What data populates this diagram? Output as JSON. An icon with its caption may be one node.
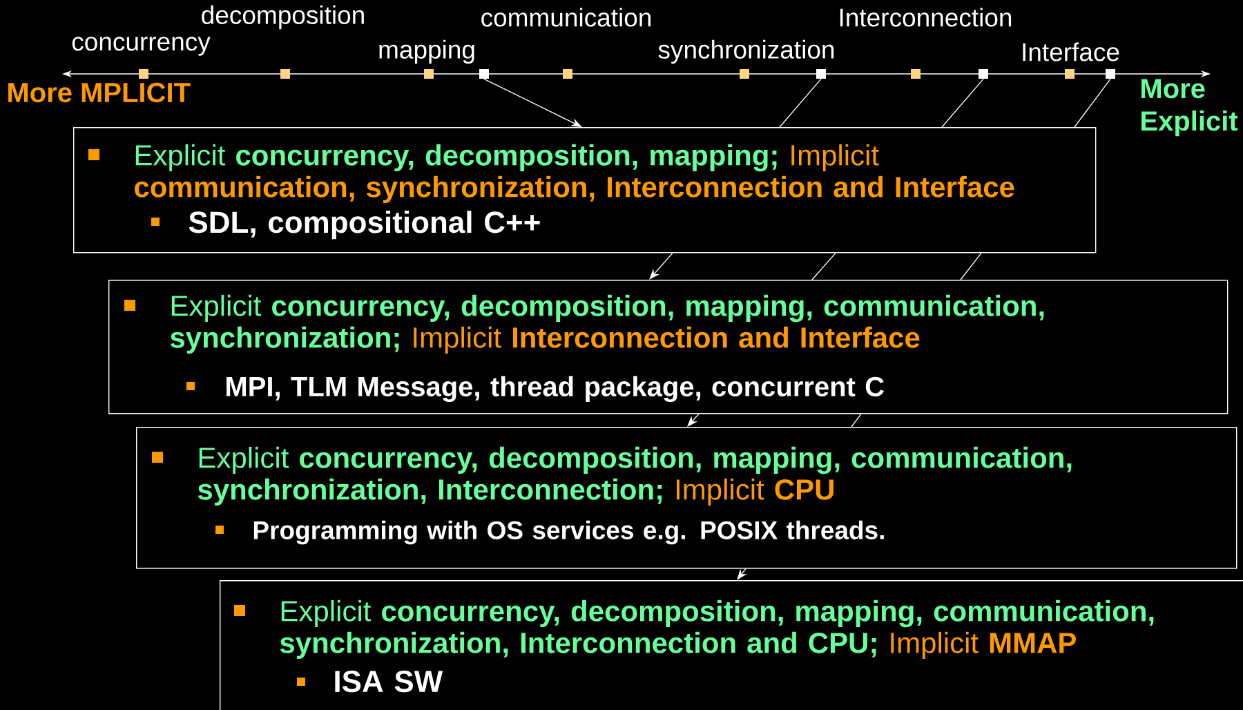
{
  "diagram": {
    "nodes": [
      {
        "text": [],
        "shape": "box"
      },
      {
        "text": [],
        "shape": "box"
      },
      {
        "text": [],
        "shape": "box"
      },
      {
        "text": [],
        "shape": "box"
      },
      {
        "text": [
          "Explicit **concurrency, decomposition, mapping;**",
          "Implicit **communication, synchronization, Interconnection and Interface**",
          "SDL, compositional C++"
        ]
      },
      {
        "text": [
          "Explicit **concurrency, decomposition, mapping, communication, synchronization;**",
          "Implicit **Interconnection and Interface**",
          "MPI, TLM Message, thread package, concurrent C"
        ]
      },
      {
        "text": [
          "Explicit **concurrency, decomposition, mapping, communication, synchronization, Interconnection;**",
          "Implicit **CPU**",
          "Programming with OS services e.g. POSIX threads."
        ]
      },
      {
        "text": [
          "Explicit **concurrency, decomposition, mapping, communication, synchronization, Interconnection and CPU;**",
          "Implicit **MMAP**",
          "ISA SW"
        ]
      }
    ],
    "edges": [
      {
        "from": 0,
        "to": 4,
        "arrow": "to"
      },
      {
        "from": 1,
        "to": 4,
        "arrow": "none"
      },
      {
        "from": 2,
        "to": 4,
        "arrow": "none"
      },
      {
        "from": 3,
        "to": 4,
        "arrow": "none"
      },
      {
        "from": 4,
        "to": 5,
        "arrow": "to"
      },
      {
        "from": 4,
        "to": 5,
        "arrow": "none"
      },
      {
        "from": 4,
        "to": 5,
        "arrow": "none"
      },
      {
        "from": 5,
        "to": 6,
        "arrow": "to"
      },
      {
        "from": 5,
        "to": 6,
        "arrow": "none"
      },
      {
        "from": 6,
        "to": 7,
        "arrow": "to"
      }
    ],
    "labels": [
      "decomposition",
      "communication",
      "Interconnection",
      "concurrency",
      "mapping",
      "synchronization",
      "Interface",
      "More MPLICIT",
      "More Explicit"
    ]
  }
}
